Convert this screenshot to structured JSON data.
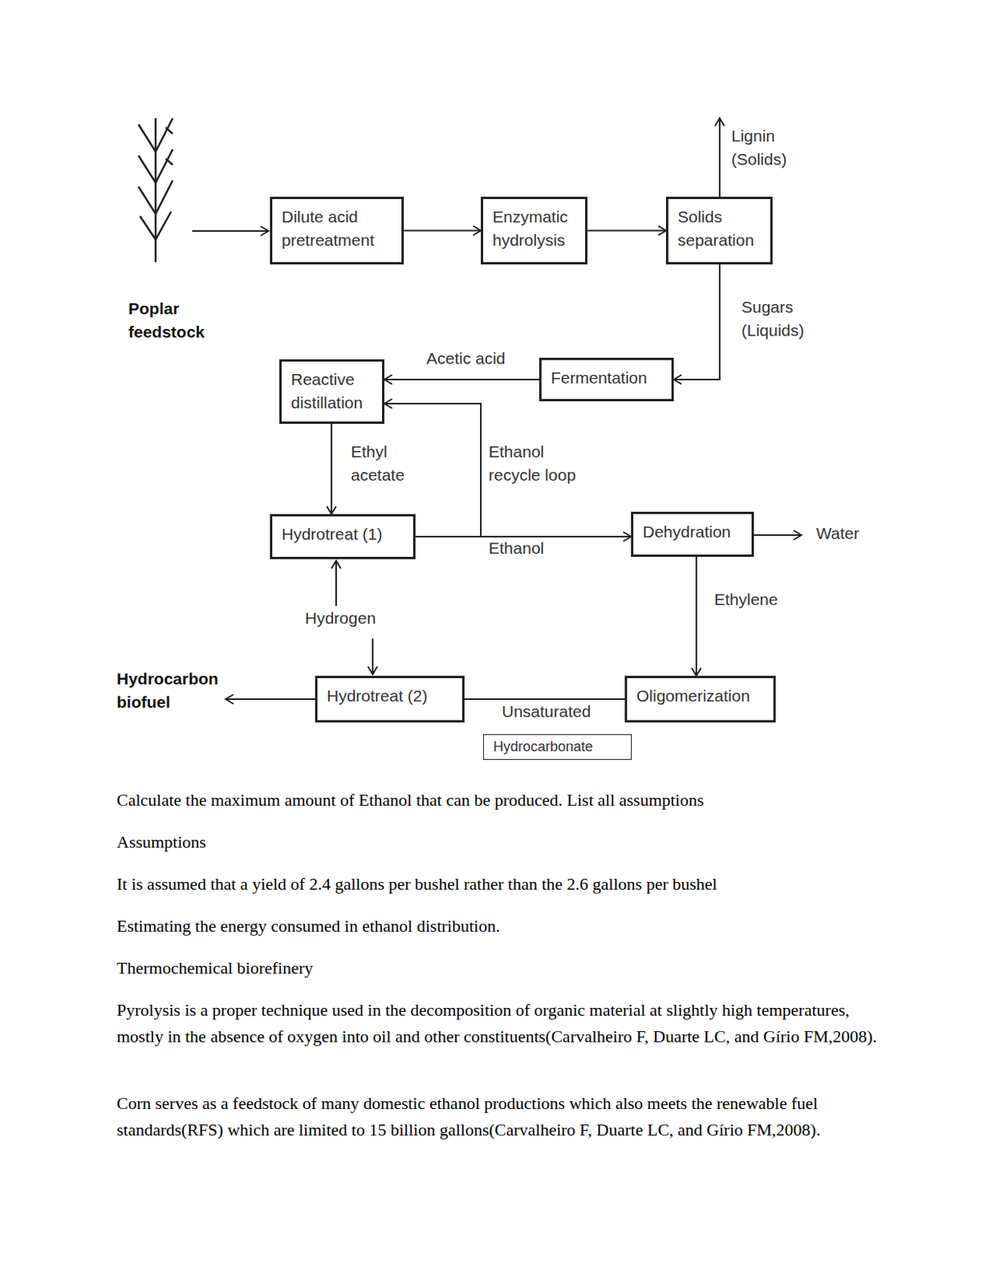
{
  "diagram": {
    "nodes": [
      {
        "text": [
          "Dilute acid pretreatment"
        ]
      },
      {
        "text": [
          "Enzymatic hydrolysis"
        ]
      },
      {
        "text": [
          "Solids separation"
        ]
      },
      {
        "text": [
          "Reactive distillation"
        ]
      },
      {
        "text": [
          "Fermentation"
        ]
      },
      {
        "text": [
          "Hydrotreat (1)"
        ]
      },
      {
        "text": [
          "Dehydration"
        ]
      },
      {
        "text": [
          "Hydrotreat (2)"
        ]
      },
      {
        "text": [
          "Oligomerization"
        ]
      },
      {
        "text": [
          "Hydrocarbonate"
        ]
      }
    ],
    "edges": [
      {
        "from": 0,
        "to": 1,
        "arrow": "to"
      },
      {
        "from": 1,
        "to": 2,
        "arrow": "to"
      },
      {
        "from": 2,
        "to": 4,
        "label": "Sugars (Liquids)",
        "arrow": "to"
      },
      {
        "from": 4,
        "to": 3,
        "label": "Acetic acid",
        "arrow": "to"
      },
      {
        "from": 3,
        "to": 5,
        "label": "Ethyl acetate",
        "arrow": "to"
      },
      {
        "from": 5,
        "to": 3,
        "label": "Ethanol recycle loop",
        "arrow": "to"
      },
      {
        "from": 5,
        "to": 6,
        "label": "Ethanol",
        "arrow": "to"
      },
      {
        "from": 6,
        "to": 8,
        "label": "Ethylene",
        "arrow": "to"
      },
      {
        "from": 8,
        "to": 7,
        "label": "Unsaturated",
        "arrow": "to"
      }
    ],
    "labels": [
      "Lignin (Solids)",
      "Poplar feedstock",
      "Water",
      "Hydrogen",
      "Hydrocarbon biofuel",
      "Calculate the maximum amount of Ethanol that can be produced. List all assumptions",
      "Assumptions",
      "It is assumed that a yield of 2.4 gallons per bushel rather than the 2.6 gallons per bushel",
      "Estimating the energy consumed in ethanol distribution.",
      "Thermochemical biorefinery",
      "Pyrolysis is a proper technique used in the decomposition of organic material at slightly high temperatures, mostly in the absence of oxygen into oil and other constituents(Carvalheiro F, Duarte LC, and Gírio FM,2008).",
      "Corn serves as a feedstock of many domestic ethanol productions which also meets the renewable fuel standards(RFS) which are limited to 15 billion gallons(Carvalheiro F, Duarte LC, and Gírio FM,2008)."
    ]
  }
}
